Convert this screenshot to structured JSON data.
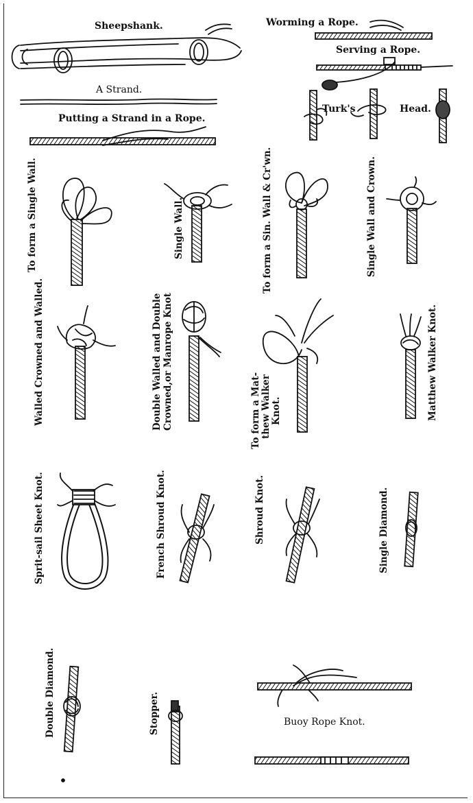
{
  "labels": {
    "sheepshank": "Sheepshank.",
    "worming": "Worming a Rope.",
    "serving": "Serving a Rope.",
    "strand": "A Strand.",
    "putting_strand": "Putting a Strand in a Rope.",
    "turks": "Turk's",
    "head": "Head.",
    "form_single_wall": "To form a Single Wall.",
    "single_wall": "Single Wall.",
    "form_wall_crown": "To form a Sin. Wall & Cr'wn.",
    "single_wall_crown": "Single Wall and Crown.",
    "walled_crowned": "Walled Crowned and Walled.",
    "double_walled_1": "Double Walled and Double",
    "double_walled_2": "Crowned,or Manrope Knot",
    "form_matthew_1": "To form a Mat-",
    "form_matthew_2": "thew Walker",
    "form_matthew_3": "Knot.",
    "matthew_walker": "Matthew Walker Knot.",
    "spritsail": "Sprit-sail Sheet Knot.",
    "french_shroud": "French Shroud Knot.",
    "shroud": "Shroud Knot.",
    "single_diamond": "Single Diamond.",
    "double_diamond": "Double Diamond.",
    "stopper": "Stopper.",
    "buoy_rope": "Buoy Rope Knot."
  }
}
